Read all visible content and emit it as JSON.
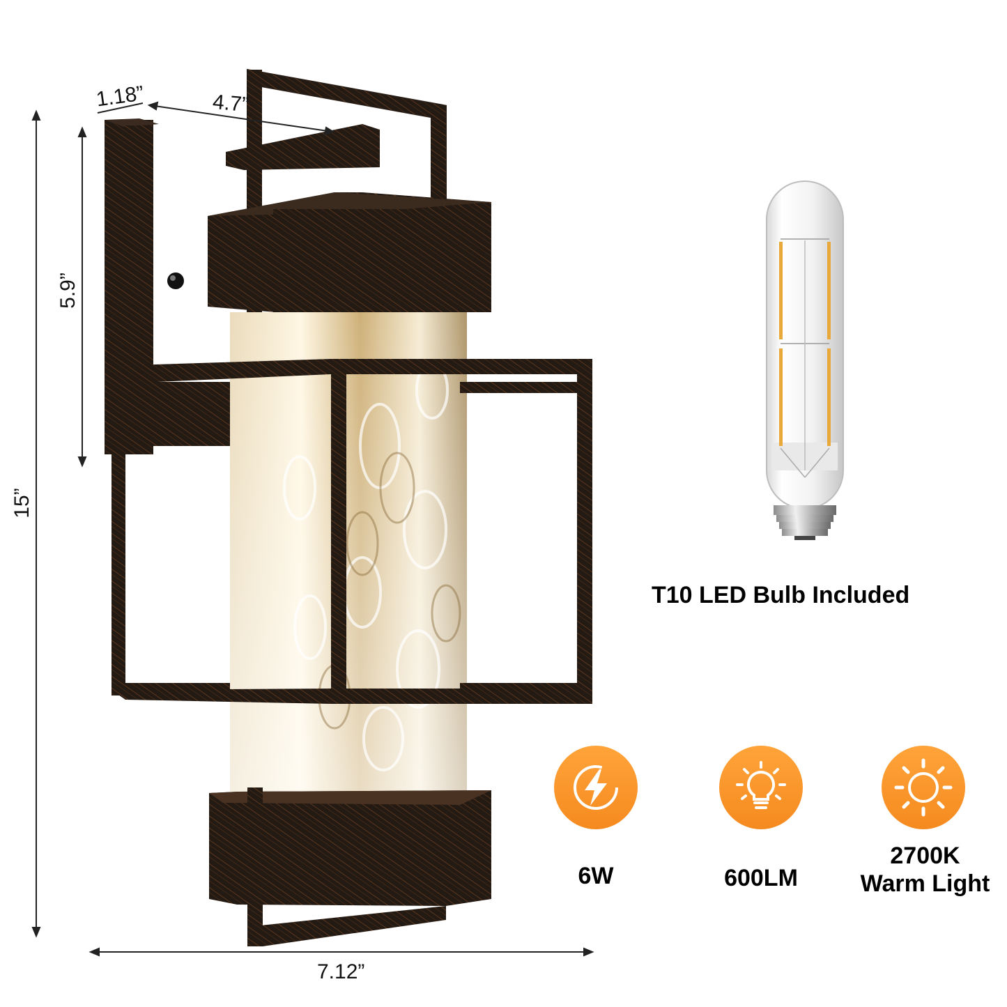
{
  "dimensions": {
    "depth": "1.18”",
    "width_top": "4.7”",
    "height_upper": "5.9”",
    "height_total": "15”",
    "width_bottom": "7.12”"
  },
  "bulb": {
    "caption": "T10 LED Bulb Included"
  },
  "specs": [
    {
      "label": "6W",
      "icon": "lightning-bolt-icon"
    },
    {
      "label": "600LM",
      "icon": "light-bulb-icon"
    },
    {
      "label_line1": "2700K",
      "label_line2": "Warm Light",
      "icon": "sun-icon"
    }
  ],
  "colors": {
    "accent_orange": "#f58a1f",
    "metal_bronze": "#2a1f18",
    "metal_highlight": "#9a5a2a"
  }
}
